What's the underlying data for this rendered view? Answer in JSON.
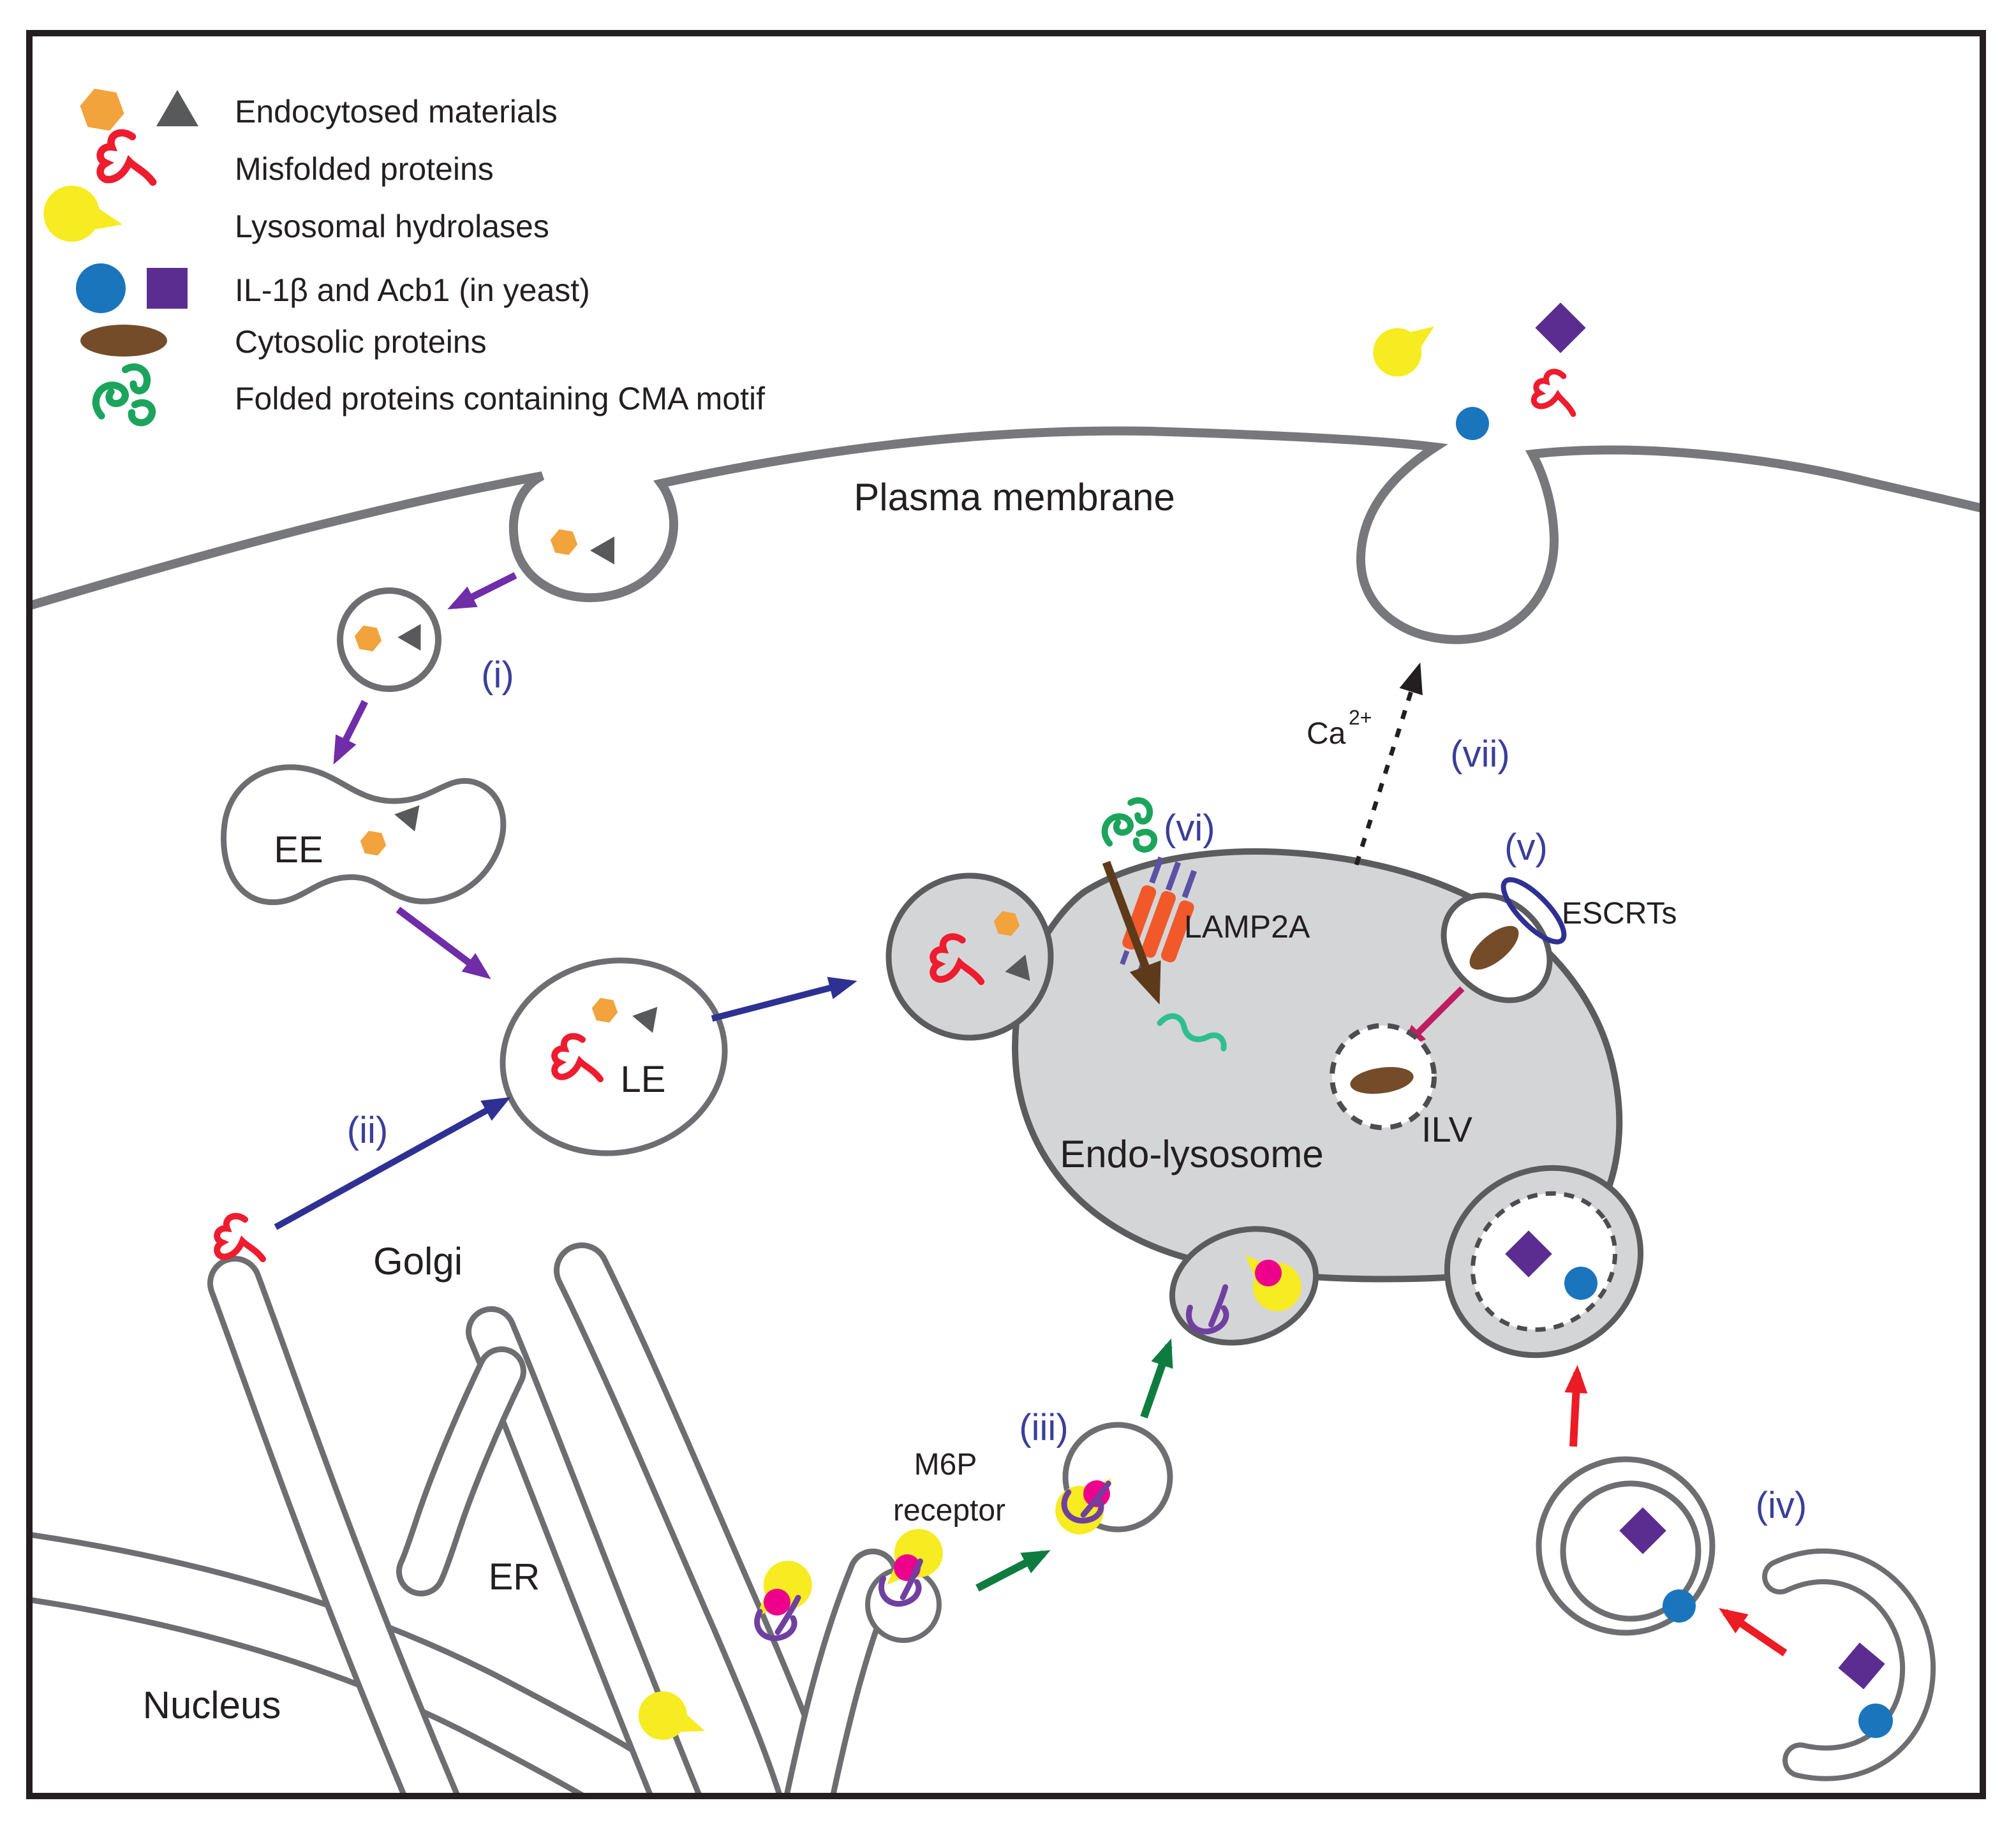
{
  "legend": {
    "items": [
      {
        "label": "Endocytosed materials",
        "icons": [
          "orange-hexagon",
          "gray-triangle"
        ]
      },
      {
        "label": "Misfolded proteins",
        "icons": [
          "red-squiggle"
        ]
      },
      {
        "label": "Lysosomal hydrolases",
        "icons": [
          "yellow-pacman"
        ]
      },
      {
        "label": "IL-1β and Acb1 (in yeast)",
        "icons": [
          "blue-circle",
          "purple-square"
        ]
      },
      {
        "label": "Cytosolic proteins",
        "icons": [
          "brown-oval"
        ]
      },
      {
        "label": "Folded proteins containing CMA motif",
        "icons": [
          "green-coil"
        ]
      }
    ]
  },
  "labels": {
    "plasma_membrane": "Plasma membrane",
    "early_endosome": "EE",
    "late_endosome": "LE",
    "endo_lysosome": "Endo-lysosome",
    "ilv": "ILV",
    "escrts": "ESCRTs",
    "lamp2a": "LAMP2A",
    "m6p_line1": "M6P",
    "m6p_line2": "receptor",
    "calcium": "Ca",
    "calcium_sup": "2+",
    "golgi": "Golgi",
    "er": "ER",
    "nucleus": "Nucleus"
  },
  "steps": {
    "i": "(i)",
    "ii": "(ii)",
    "iii": "(iii)",
    "iv": "(iv)",
    "v": "(v)",
    "vi": "(vi)",
    "vii": "(vii)"
  },
  "colors": {
    "frame": "#231F20",
    "text": "#231F20",
    "step_label": "#3A3F99",
    "membrane": "#77787B",
    "organelle_outline": "#6D6E71",
    "lysosome_fill": "#D4D5D7",
    "lysosome_outline": "#5B5C5E",
    "ilv_dash": "#4D4D4F",
    "endocytosed_hexagon": "#F2A33C",
    "endocytosed_triangle": "#58595B",
    "misfolded_protein": "#ED1C2E",
    "hydrolase_yellow": "#F7EB22",
    "hydrolase_dot": "#EC008C",
    "il1b_blue": "#1B75BC",
    "acb1_purple": "#5C2D91",
    "cytosolic_brown": "#754C29",
    "folded_green": "#1CA45C",
    "cma_substrate_teal": "#2FBF8F",
    "receptor_purple": "#7040A0",
    "lamp_orange": "#F1592A",
    "lamp_purple": "#5B51A5",
    "escrt_blue": "#2E3192",
    "arrow_purple": "#6F2DA8",
    "arrow_blue": "#2E3192",
    "arrow_green": "#0E7C3F",
    "arrow_red": "#EC1C24",
    "arrow_magenta": "#BE1E5E",
    "arrow_brown": "#5D3A1A",
    "arrow_black": "#231F20",
    "white": "#FFFFFF"
  }
}
